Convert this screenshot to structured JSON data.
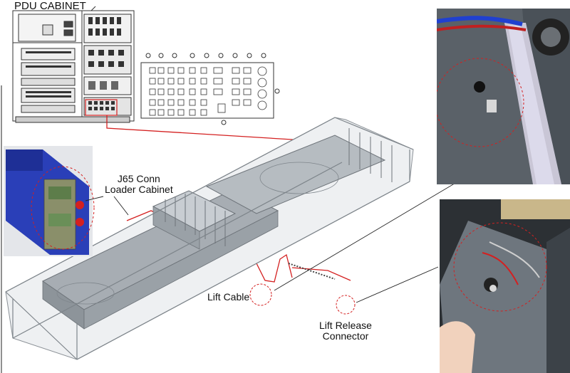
{
  "diagram": {
    "title": "PDU CABINET",
    "labels": {
      "j65_line1": "J65 Conn",
      "j65_line2": "Loader Cabinet",
      "lift_cable": "Lift Cable",
      "lift_release_line1": "Lift Release",
      "lift_release_line2": "Connector"
    },
    "colors": {
      "cable": "#d42020",
      "frame": "#9aa0a6",
      "panel_blue": "#2a3fb8",
      "photo_dark": "#3e454c"
    }
  }
}
